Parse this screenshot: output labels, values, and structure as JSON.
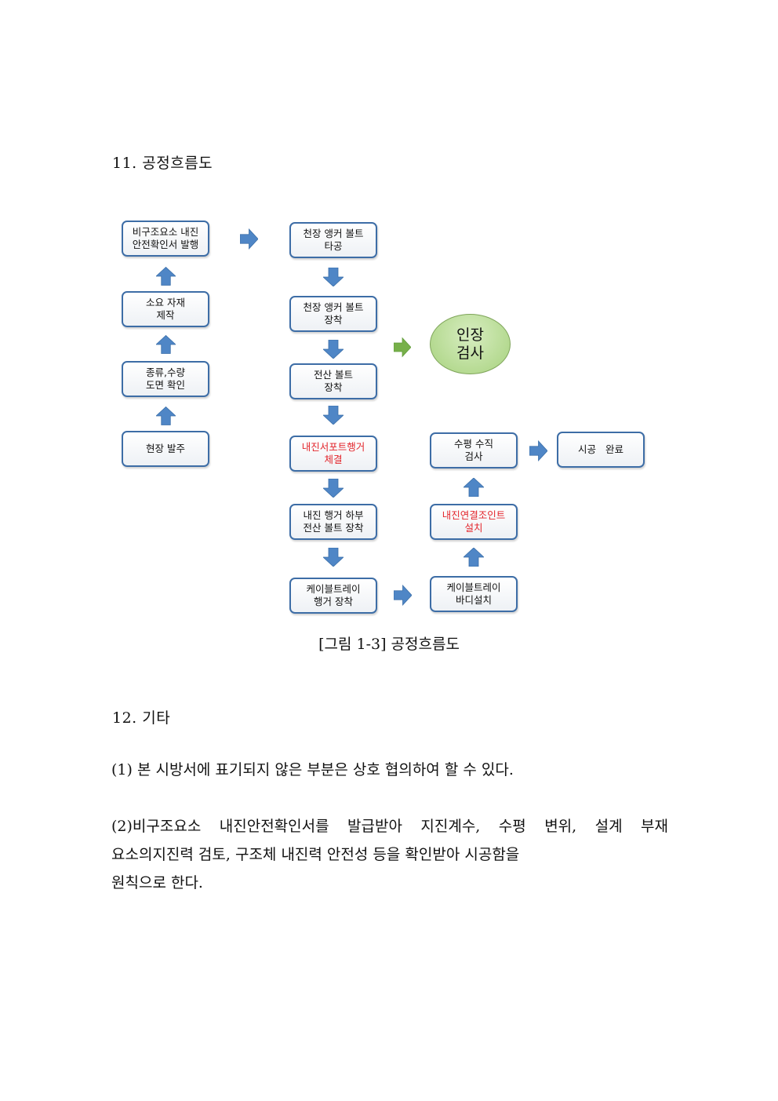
{
  "section11": {
    "heading": "11. 공정흐름도"
  },
  "flow": {
    "left": {
      "issue": [
        "비구조요소 내진",
        "안전확인서 발행"
      ],
      "make": [
        "소요 자재",
        "제작"
      ],
      "check": [
        "종류,수량",
        "도면 확인"
      ],
      "order": [
        "현장 발주"
      ]
    },
    "center": {
      "drill": [
        "천장 앵커 볼트",
        "타공"
      ],
      "anchor": [
        "천장 앵커 볼트",
        "장착"
      ],
      "bolt": [
        "전산 볼트",
        "장착"
      ],
      "hanger": [
        "내진서포트행거",
        "체결"
      ],
      "lower": [
        "내진 행거 하부",
        "전산  볼트 장착"
      ],
      "tray_hanger": [
        "케이블트레이",
        "행거 장착"
      ]
    },
    "right": {
      "inspect": [
        "인장",
        "검사"
      ],
      "level": [
        "수평 수직",
        "검사"
      ],
      "joint": [
        "내진연결조인트",
        "설치"
      ],
      "tray_body": [
        "케이블트레이",
        "바디설치"
      ],
      "done": [
        "시공   완료"
      ]
    },
    "colors": {
      "box_border": "#3d6da6",
      "arrow": "#4f86c6",
      "green_arrow": "#77b04a",
      "ellipse": "#a7d27e",
      "red_text": "#e3262c"
    }
  },
  "caption": "[그림 1-3] 공정흐름도",
  "section12": {
    "heading": "12. 기타",
    "p1": "(1) 본 시방서에 표기되지 않은 부분은 상호 협의하여 할 수 있다.",
    "p2": [
      "(2)비구조요소 내진안전확인서를 발급받아 지진계수, 수평 변위, 설계 부재",
      "요소의지진력 검토, 구조체 내진력 안전성 등을 확인받아 시공함을",
      "원칙으로 한다."
    ]
  }
}
